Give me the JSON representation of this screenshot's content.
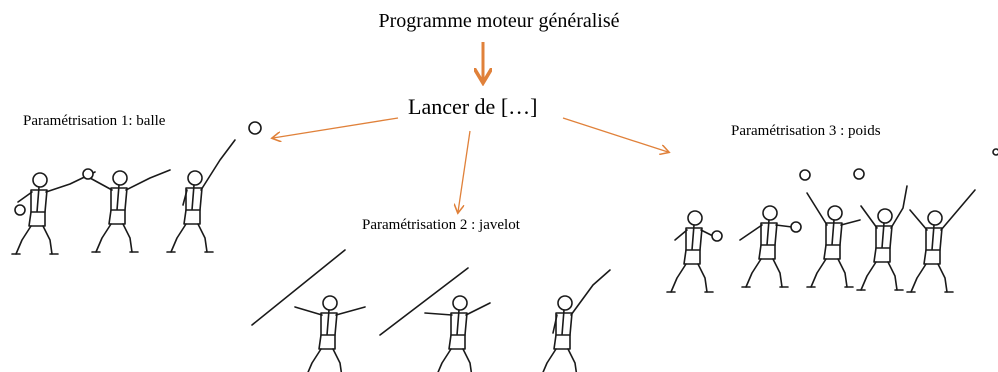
{
  "diagram": {
    "title": "Programme moteur généralisé",
    "center_label": "Lancer de […]",
    "branches": [
      {
        "label": "Paramétrisation 1: balle",
        "figures": 3
      },
      {
        "label": "Paramétrisation 2 : javelot",
        "figures": 3
      },
      {
        "label": "Paramétrisation 3 : poids",
        "figures": 5
      }
    ],
    "colors": {
      "arrow": "#e0813a",
      "ink": "#1a1a1a"
    }
  }
}
